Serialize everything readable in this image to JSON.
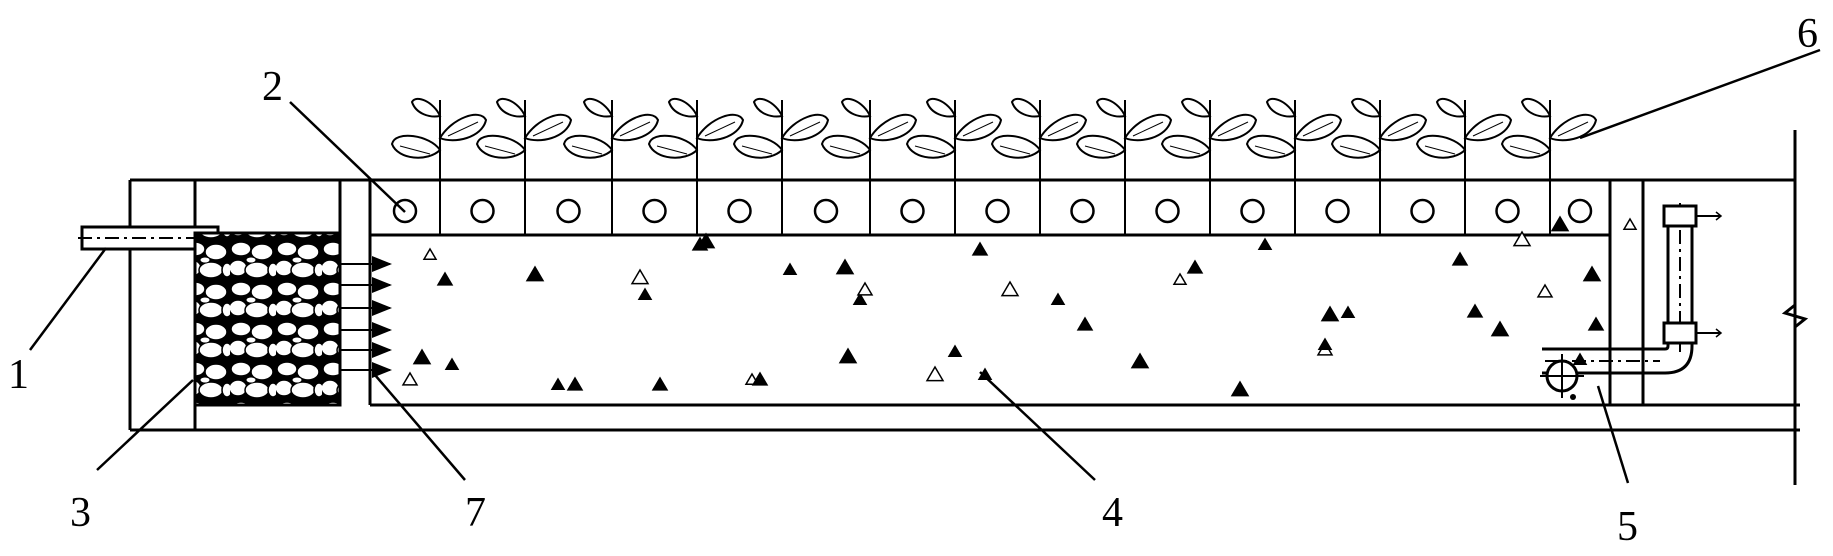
{
  "labels": {
    "l1": "1",
    "l2": "2",
    "l3": "3",
    "l4": "4",
    "l5": "5",
    "l6": "6",
    "l7": "7"
  },
  "colors": {
    "line": "#000000",
    "background": "#ffffff"
  },
  "components": {
    "inlet_pipe": "inlet-pipe",
    "perforated_pipes": "perforated-pipe",
    "gravel_chamber": "gravel-filter",
    "main_bed": "filter-media",
    "outlet_pipe": "outlet-pipe",
    "plants": "wetland-plant",
    "flow_arrows": "flow-arrow"
  }
}
